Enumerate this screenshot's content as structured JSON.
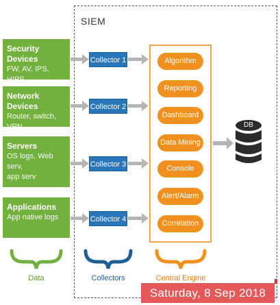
{
  "siem_title": "SIEM",
  "sources": [
    {
      "title": "Security Devices",
      "sub": [
        "FW, AV, IPS, HIPS, ..."
      ]
    },
    {
      "title": "Network Devices",
      "sub": [
        "Router, switch, VPN"
      ]
    },
    {
      "title": "Servers",
      "sub": [
        "OS logs, Web serv,",
        "app serv"
      ]
    },
    {
      "title": "Applications",
      "sub": [
        "App native logs"
      ]
    }
  ],
  "collectors": [
    "Collector 1",
    "Collector 2",
    "Collector 3",
    "Collector 4"
  ],
  "engine_items": [
    "Algorithm",
    "Reporting",
    "Dashboard",
    "Data Mining",
    "Console",
    "Alert/Alarm",
    "Correlation"
  ],
  "db_label": "DB",
  "bottom_labels": {
    "data": "Data",
    "collectors": "Collectors",
    "engine": "Central Engine"
  },
  "date": "Saturday, 8 Sep 2018",
  "colors": {
    "source": "#72b13e",
    "collector": "#2a76b8",
    "engine": "#f0901e",
    "engine_border": "#f4a44a",
    "arrow": "#b5b5b5",
    "db": "#2b2b2b",
    "date_badge": "#e4585a"
  }
}
